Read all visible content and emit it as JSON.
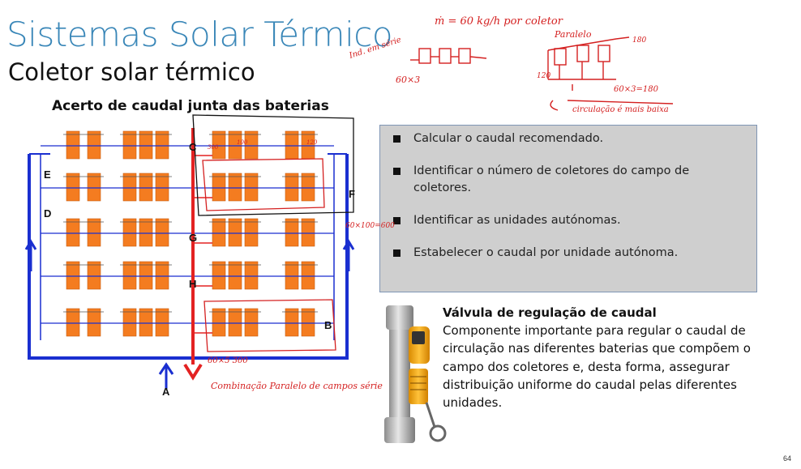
{
  "slide": {
    "title": "Sistemas Solar Térmico",
    "subtitle": "Coletor solar térmico",
    "diagram_title": "Acerto de caudal junta das baterias",
    "page_number": "64"
  },
  "diagram": {
    "labels": [
      "A",
      "B",
      "C",
      "D",
      "E",
      "F",
      "G",
      "H"
    ],
    "colors": {
      "collector": "#f47c20",
      "supply": "#1a2fd0",
      "return": "#e32222"
    }
  },
  "bullets": [
    "Calcular o caudal recomendado.",
    "Identificar o número de coletores do campo de coletores.",
    "Identificar as unidades autónomas.",
    "Estabelecer o caudal por unidade autónoma."
  ],
  "valve": {
    "title": "Válvula de regulação de caudal",
    "description": "Componente importante para regular o caudal de circulação nas diferentes baterias que compõem o campo dos coletores e, desta forma, assegurar distribuição uniforme do caudal pelas diferentes unidades."
  },
  "handwriting": {
    "flow": "ṁ = 60 kg/h  por coletor",
    "serie_label": "Ind. em série",
    "serie_calc": "60×3",
    "paralelo_label": "Paralelo",
    "par_in": "120",
    "par_out": "180",
    "par_calc": "60×3=180",
    "circulacao": "circulação é mais baixa",
    "row_total": "60×100=600",
    "combo_calc": "60×5 300",
    "combo_text": "Combinação Paralelo de campos série",
    "v300": "300",
    "v100": "100",
    "v120": "120"
  }
}
